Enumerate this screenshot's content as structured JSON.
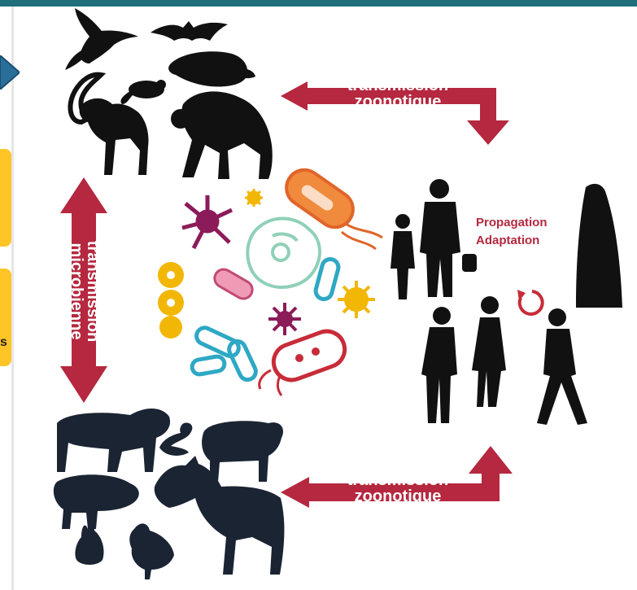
{
  "left_panel": {
    "partial_label": "s"
  },
  "arrows": {
    "top_label_line1": "transmission",
    "top_label_line2": "zoonotique",
    "bottom_label_line1": "transmission",
    "bottom_label_line2": "zoonotique",
    "vertical_label_line1": "transmission",
    "vertical_label_line2": "microbienne"
  },
  "humans_panel": {
    "label_line1": "Propagation",
    "label_line2": "Adaptation"
  },
  "colors": {
    "arrow": "#b5283f",
    "accent": "#1f6e7a",
    "tab": "#ffc526",
    "silhouette": "#111111"
  },
  "icons": [
    "wild-animals-silhouettes",
    "microbes-cluster",
    "humans-silhouettes",
    "domestic-animals-silhouettes",
    "cycle-icon"
  ]
}
